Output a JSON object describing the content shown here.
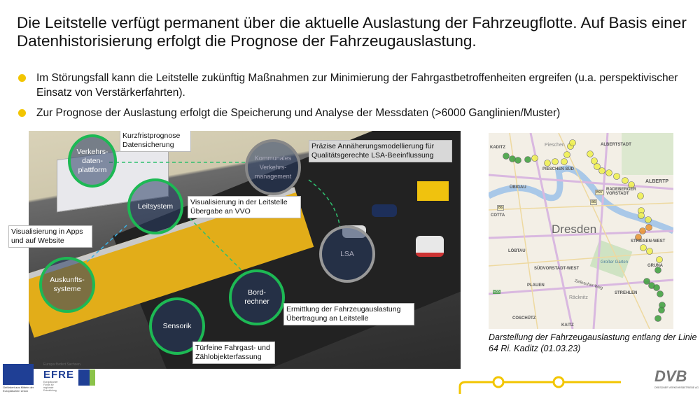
{
  "title": "Die Leitstelle verfügt permanent über die aktuelle Auslastung der Fahrzeugflotte. Auf Basis einer Datenhistorisierung erfolgt die Prognose der Fahrzeugauslastung.",
  "bullets": [
    "Im Störungsfall kann die Leitstelle zukünftig Maßnahmen zur Minimierung der Fahrgastbetroffenheiten ergreifen (u.a. perspektivischer Einsatz von Verstärkerfahrten).",
    "Zur Prognose der Auslastung erfolgt die Speicherung und Analyse der Messdaten (>6000 Ganglinien/Muster)"
  ],
  "diagram": {
    "nodes": {
      "platform": "Verkehrs-daten-plattform",
      "leitsystem": "Leitsystem",
      "kvm": "Kommunales Verkehrs-management",
      "lsa": "LSA",
      "auskunft": "Auskunfts-systeme",
      "bord": "Bord-rechner",
      "sensorik": "Sensorik"
    },
    "labels": {
      "kurzfrist": "Kurzfristprognose Datensicherung",
      "vis_leit": "Visualisierung in der Leitstelle Übergabe an VVO",
      "apps": "Visualisierung in Apps und auf Website",
      "praezise": "Präzise Annäherungsmodellierung für Qualitätsgerechte LSA-Beeinflussung",
      "ermittlung": "Ermittlung der Fahrzeugauslastung Übertragung an Leitstelle",
      "tuer": "Türfeine Fahrgast- und Zählobjekterfassung"
    }
  },
  "map": {
    "city": "Dresden",
    "places": [
      "KADITZ",
      "Pieschen",
      "ALBERTSTADT",
      "PIESCHEN SÜD",
      "ÜBIGAU",
      "RADEBERGER VORSTADT",
      "COTTA",
      "STRIESEN-WEST",
      "LÖBTAU",
      "Großer Garten",
      "GRUNA",
      "SÜDVORSTADT-WEST",
      "PLAUEN",
      "Zellescher Weg",
      "STREHLEN",
      "Räcknitz",
      "COSCHÜTZ",
      "KAITZ",
      "ALBERTP"
    ],
    "roads": [
      "B97",
      "B6",
      "B6",
      "E55"
    ],
    "load_colors": {
      "low": "#3a9e3a",
      "medium": "#eef04a",
      "high": "#e8922e"
    }
  },
  "caption": "Darstellung der Fahrzeugauslastung entlang der Linie 64 Ri. Kaditz (01.03.23)",
  "footer": {
    "efre_top": "Europa fördert Sachsen.",
    "efre": "EFRE",
    "efre_sub": "Europäischer Fonds für regionale Entwicklung",
    "eu_text": "Gefördert aus Mitteln der Europäischen Union",
    "dvb": "DVB",
    "dvb_sub": "DRESDNER VERKEHRSBETRIEBE AG",
    "accent": "#f2c500"
  }
}
